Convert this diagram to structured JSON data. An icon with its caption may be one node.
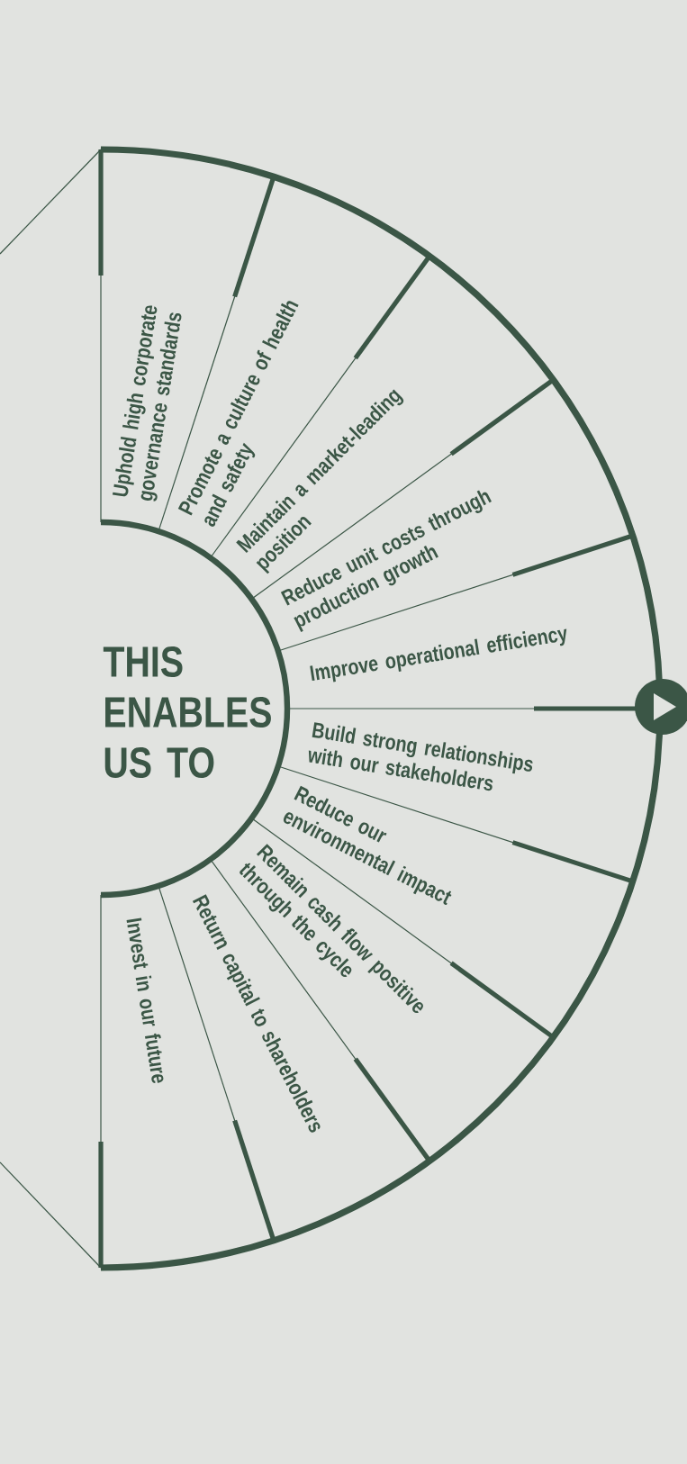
{
  "diagram": {
    "nodes": [
      {
        "text": [
          "THIS ENABLES US TO"
        ]
      },
      {
        "text": [
          "Uphold high corporate governance standards"
        ]
      },
      {
        "text": [
          "Promote a culture of health and safety"
        ]
      },
      {
        "text": [
          "Maintain a market-leading position"
        ]
      },
      {
        "text": [
          "Reduce unit costs through production growth"
        ]
      },
      {
        "text": [
          "Improve operational efficiency"
        ]
      },
      {
        "text": [
          "Build strong relationships with our stakeholders"
        ]
      },
      {
        "text": [
          "Reduce our environmental impact"
        ]
      },
      {
        "text": [
          "Remain cash flow positive through the cycle"
        ]
      },
      {
        "text": [
          "Return capital to shareholders"
        ]
      },
      {
        "text": [
          "Invest in our future"
        ]
      }
    ]
  }
}
